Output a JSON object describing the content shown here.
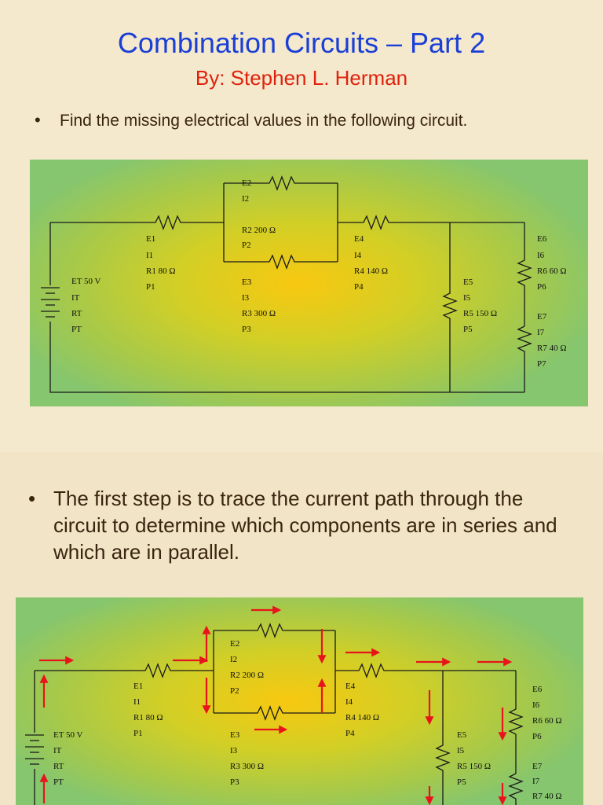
{
  "slide1": {
    "title": "Combination Circuits – Part 2",
    "subtitle": "By: Stephen L. Herman",
    "bullet": "Find the missing electrical values in the following circuit.",
    "bullet_marker": "•"
  },
  "slide2": {
    "bullet": "The first step is to trace the current path through the circuit to determine which components are in series and which are in parallel.",
    "bullet_marker": "•"
  },
  "circuit": {
    "source": [
      "ET 50 V",
      "IT",
      "RT",
      "PT"
    ],
    "r1": [
      "E1",
      "I1",
      "R1 80 Ω",
      "P1"
    ],
    "r2": [
      "E2",
      "I2",
      "R2 200 Ω",
      "P2"
    ],
    "r3": [
      "E3",
      "I3",
      "R3 300 Ω",
      "P3"
    ],
    "r4": [
      "E4",
      "I4",
      "R4 140 Ω",
      "P4"
    ],
    "r5": [
      "E5",
      "I5",
      "R5 150 Ω",
      "P5"
    ],
    "r6": [
      "E6",
      "I6",
      "R6 60 Ω",
      "P6"
    ],
    "r7": [
      "E7",
      "I7",
      "R7 40 Ω",
      "P7"
    ]
  },
  "colors": {
    "title": "#1a3fd6",
    "subtitle": "#e0220c",
    "arrow": "#e8141b",
    "wire": "#1a1a1a"
  }
}
